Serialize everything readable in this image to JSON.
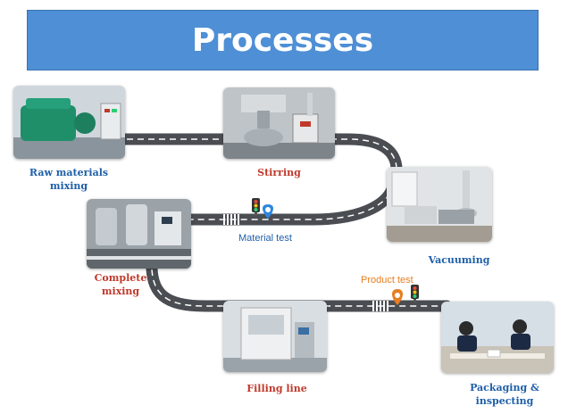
{
  "header": {
    "title": "Processes"
  },
  "steps": {
    "raw_materials": "Raw materials\nmixing",
    "stirring": "Stirring",
    "vacuuming": "Vacuuming",
    "complete_mixing": "Complete\nmixing",
    "filling_line": "Filling line",
    "packaging": "Packaging &\ninspecting"
  },
  "checkpoints": {
    "material_test": "Material test",
    "product_test": "Product test"
  },
  "colors": {
    "banner": "#4e8fd6",
    "road": "#4a4d52",
    "label_red": "#c0392b",
    "label_blue": "#1f5fa8",
    "pin_blue": "#2e86de",
    "pin_orange": "#e67e22"
  }
}
